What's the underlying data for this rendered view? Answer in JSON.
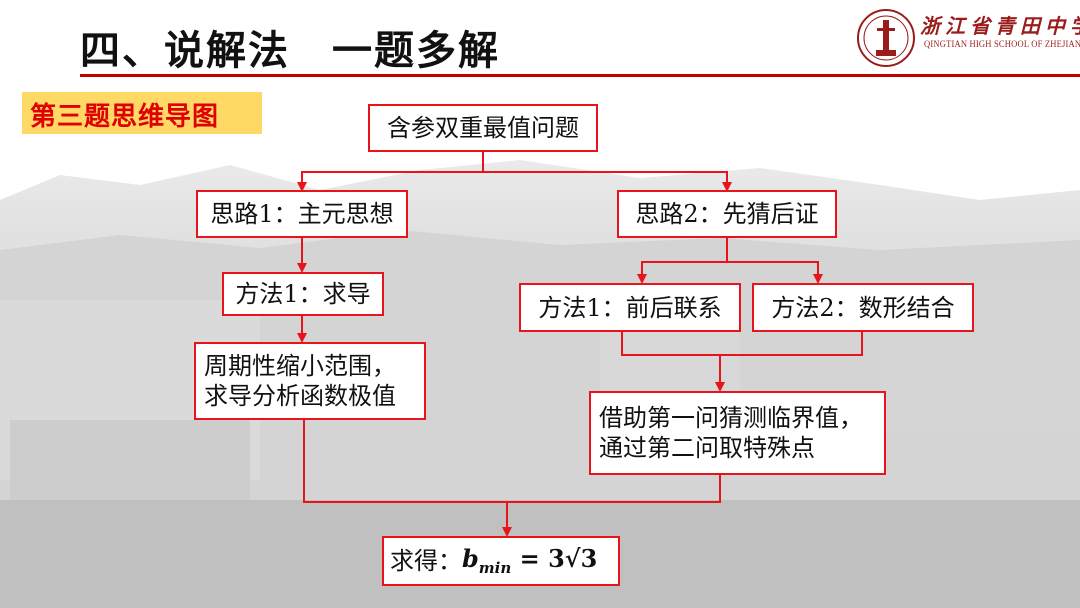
{
  "header": {
    "title": "四、说解法　一题多解",
    "school_name_cn": "浙江省青田中学",
    "school_name_en": "QINGTIAN HIGH SCHOOL OF ZHEJIAN PROVINCE"
  },
  "tag": {
    "label": "第三题思维导图"
  },
  "diagram": {
    "root": "含参双重最值问题",
    "idea1": "思路1：主元思想",
    "idea2": "思路2：先猜后证",
    "method1_left": "方法1：求导",
    "method1_right": "方法1：前后联系",
    "method2_right": "方法2：数形结合",
    "left_step": {
      "line1": "周期性缩小范围，",
      "line2": "求导分析函数极值"
    },
    "right_step": {
      "line1": "借助第一问猜测临界值，",
      "line2": "通过第二问取特殊点"
    },
    "result": {
      "prefix": "求得：",
      "symbol": "b",
      "subscript": "min",
      "equals": " = ",
      "value": "3√3"
    }
  },
  "colors": {
    "accent": "#e8141c",
    "title_rule": "#c00000",
    "tag_bg": "#ffd966",
    "tag_text": "#e00000",
    "school": "#9b1c1c"
  }
}
